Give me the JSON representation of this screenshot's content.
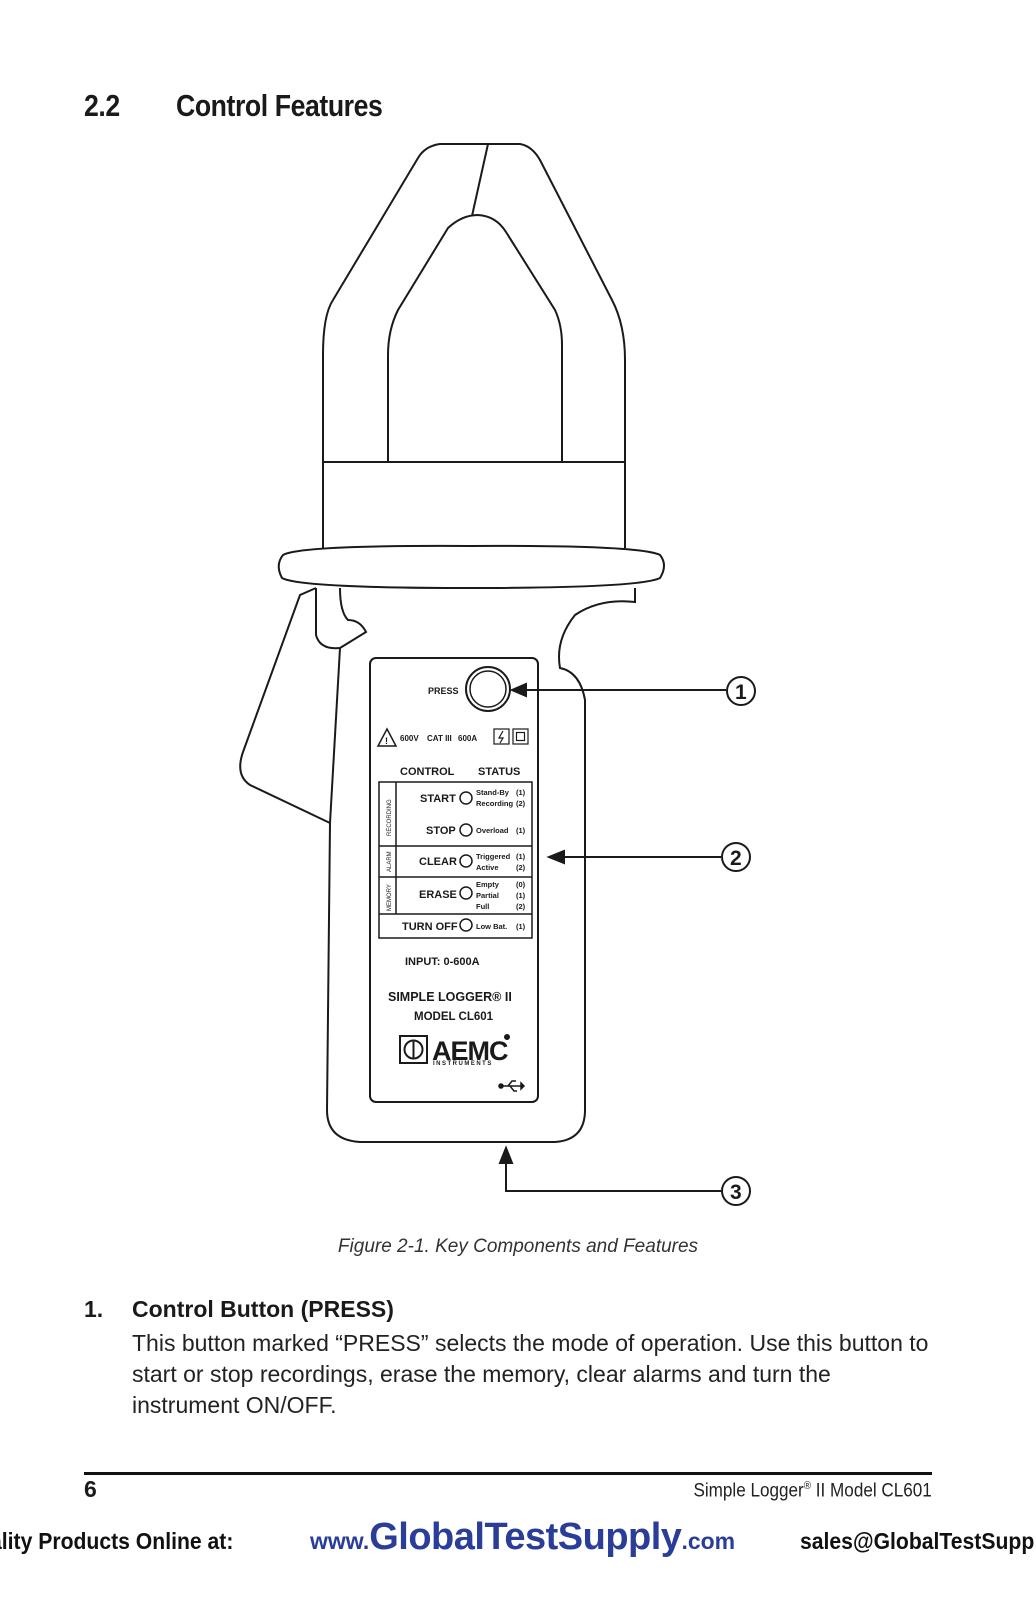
{
  "section": {
    "number": "2.2",
    "title": "Control Features"
  },
  "figure": {
    "caption": "Figure 2-1. Key Components and Features",
    "callouts": [
      "1",
      "2",
      "3"
    ],
    "panel": {
      "press_label": "PRESS",
      "rating": {
        "voltage": "600V",
        "category": "CAT III",
        "current": "600A"
      },
      "headers": {
        "control": "CONTROL",
        "status": "STATUS"
      },
      "groups": {
        "recording": "RECORDING",
        "alarm": "ALARM",
        "memory": "MEMORY"
      },
      "rows": {
        "start": {
          "control": "START",
          "s1": "Stand-By",
          "c1": "(1)",
          "s2": "Recording",
          "c2": "(2)"
        },
        "stop": {
          "control": "STOP",
          "s1": "Overload",
          "c1": "(1)"
        },
        "clear": {
          "control": "CLEAR",
          "s1": "Triggered",
          "c1": "(1)",
          "s2": "Active",
          "c2": "(2)"
        },
        "erase": {
          "control": "ERASE",
          "s1": "Empty",
          "c1": "(0)",
          "s2": "Partial",
          "c2": "(1)",
          "s3": "Full",
          "c3": "(2)"
        },
        "turnoff": {
          "control": "TURN OFF",
          "s1": "Low Bat.",
          "c1": "(1)"
        }
      },
      "input": "INPUT: 0-600A",
      "product": "SIMPLE LOGGER® II",
      "model": "MODEL CL601",
      "brand": "AEMC",
      "brand_sub": "INSTRUMENTS"
    }
  },
  "item": {
    "number": "1.",
    "title": "Control Button (PRESS)",
    "body": "This button marked “PRESS” selects the mode of operation. Use this button to start or stop recordings, erase the memory, clear alarms and turn the instrument ON/OFF."
  },
  "footer": {
    "page": "6",
    "running_title_a": "Simple Logger",
    "running_title_sup": "®",
    "running_title_b": " II Model CL601"
  },
  "ad": {
    "left": "ality Products Online at:",
    "www": "www.",
    "brand": "GlobalTestSupply",
    "com": ".com",
    "right": "sales@GlobalTestSupp"
  },
  "colors": {
    "ad_blue": "#2a3d99",
    "ink": "#1a1a1a"
  }
}
